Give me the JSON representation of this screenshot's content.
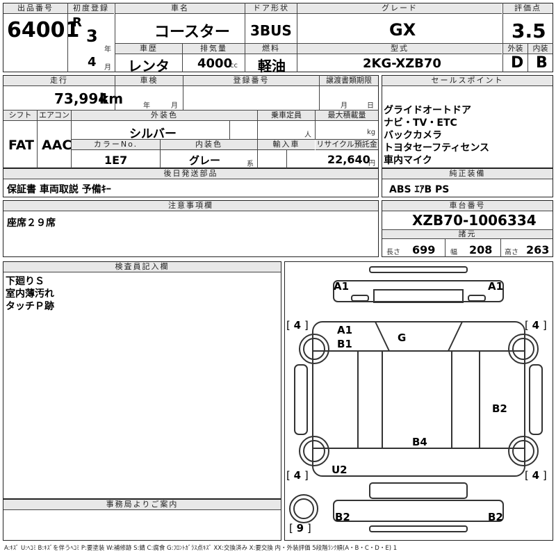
{
  "header": {
    "lot_label": "出品番号",
    "lot_no": "64001",
    "first_reg_label": "初度登録",
    "era": "R",
    "year": "3",
    "year_unit": "年",
    "month": "4",
    "month_unit": "月",
    "car_name_label": "車名",
    "car_name": "コースター",
    "history_label": "車歴",
    "history": "レンタ",
    "displacement_label": "排気量",
    "displacement": "4000",
    "displacement_unit": "cc",
    "door_label": "ドア形状",
    "door": "3BUS",
    "fuel_label": "燃料",
    "fuel": "軽油",
    "grade_label": "グレード",
    "grade": "GX",
    "model_label": "型式",
    "model": "2KG-XZB70",
    "score_label": "評価点",
    "score": "3.5",
    "ext_label": "外装",
    "ext": "D",
    "int_label": "内装",
    "int": "B"
  },
  "row2": {
    "mileage_label": "走行",
    "mileage": "73,994",
    "mileage_unit": "km",
    "inspection_label": "車検",
    "insp_year": "年",
    "insp_month": "月",
    "reg_no_label": "登録番号",
    "transfer_label": "譲渡書類期限",
    "transfer_month": "月",
    "transfer_day": "日",
    "shift_label": "シフト",
    "shift": "FAT",
    "ac_label": "エアコン",
    "ac": "AAC",
    "ext_color_label": "外装色",
    "ext_color": "シルバー",
    "capacity_label": "乗車定員",
    "capacity_unit": "人",
    "max_load_label": "最大積載量",
    "max_load_unit": "kg",
    "color_no_label": "カラーNo.",
    "color_no": "1E7",
    "int_color_label": "内装色",
    "int_color": "グレー",
    "int_color_unit": "系",
    "import_label": "輸入車",
    "recycle_label": "リサイクル預託金",
    "recycle": "22,640",
    "recycle_unit": "円"
  },
  "sales_points": {
    "label": "セールスポイント",
    "items": [
      "グライドオートドア",
      "ナビ・TV・ETC",
      "バックカメラ",
      "トヨタセーフティセンス",
      "車内マイク"
    ]
  },
  "later_parts": {
    "label": "後日発送部品",
    "value": "保証書 車両取説 予備ｷｰ"
  },
  "genuine": {
    "label": "純正装備",
    "value": "ABS ｴｱB PS"
  },
  "notes": {
    "label": "注意事項欄",
    "value": "座席２９席"
  },
  "chassis": {
    "label": "車台番号",
    "value": "XZB70-1006334"
  },
  "specs": {
    "label": "諸元",
    "len_label": "長さ",
    "len": "699",
    "wid_label": "幅",
    "wid": "208",
    "hei_label": "高さ",
    "hei": "263"
  },
  "inspector": {
    "label": "検査員記入欄",
    "lines": [
      "下廻りＳ",
      "室内薄汚れ",
      "タッチＰ跡"
    ]
  },
  "office": {
    "label": "事務局よりご案内"
  },
  "diagram": {
    "marks": [
      "A1",
      "A1",
      "A1",
      "B1",
      "G",
      "B2",
      "B4",
      "U2",
      "B2",
      "B2"
    ],
    "tires": [
      "4",
      "4",
      "4",
      "4",
      "9"
    ]
  },
  "legend": "A:ｷｽﾞ U:ﾍｺﾐ B:ｷｽﾞを伴うﾍｺﾐ P:要塗装 W:補修跡 S:錆 C:腐食 G:ﾌﾛﾝﾄｶﾞﾗｽ点ｷｽﾞ XX:交換済み X:要交換 内・外装評価 5段階ﾗﾝｸ順(A・B・C・D・E) 1"
}
